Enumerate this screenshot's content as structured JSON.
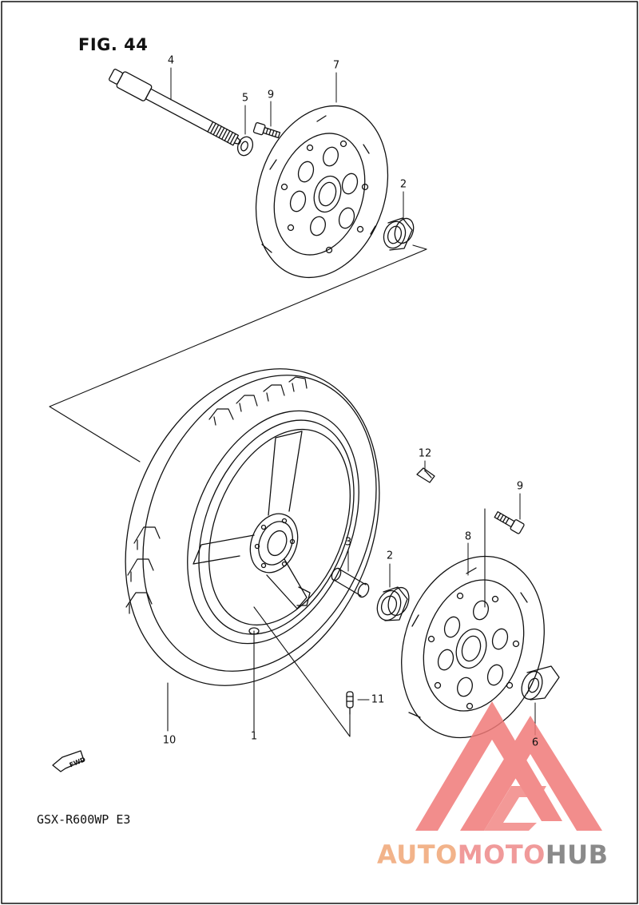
{
  "figure": {
    "title": "FIG. 44",
    "model": "GSX-R600WP  E3",
    "fwd_label": "FWD"
  },
  "callouts": [
    {
      "id": "c4",
      "label": "4"
    },
    {
      "id": "c5",
      "label": "5"
    },
    {
      "id": "c9a",
      "label": "9"
    },
    {
      "id": "c7",
      "label": "7"
    },
    {
      "id": "c2a",
      "label": "2"
    },
    {
      "id": "c12",
      "label": "12"
    },
    {
      "id": "c9b",
      "label": "9"
    },
    {
      "id": "c8",
      "label": "8"
    },
    {
      "id": "c3",
      "label": "3"
    },
    {
      "id": "c2b",
      "label": "2"
    },
    {
      "id": "c11",
      "label": "11"
    },
    {
      "id": "c10",
      "label": "10"
    },
    {
      "id": "c1",
      "label": "1"
    },
    {
      "id": "c6",
      "label": "6"
    }
  ],
  "watermark": {
    "part1": "AUTO",
    "part2": "MOTO",
    "part3": "HUB"
  },
  "colors": {
    "line": "#111111",
    "watermark_triangle": "#f07a78",
    "watermark_orange": "#f2b38a",
    "watermark_grey": "#8a8a8a"
  }
}
